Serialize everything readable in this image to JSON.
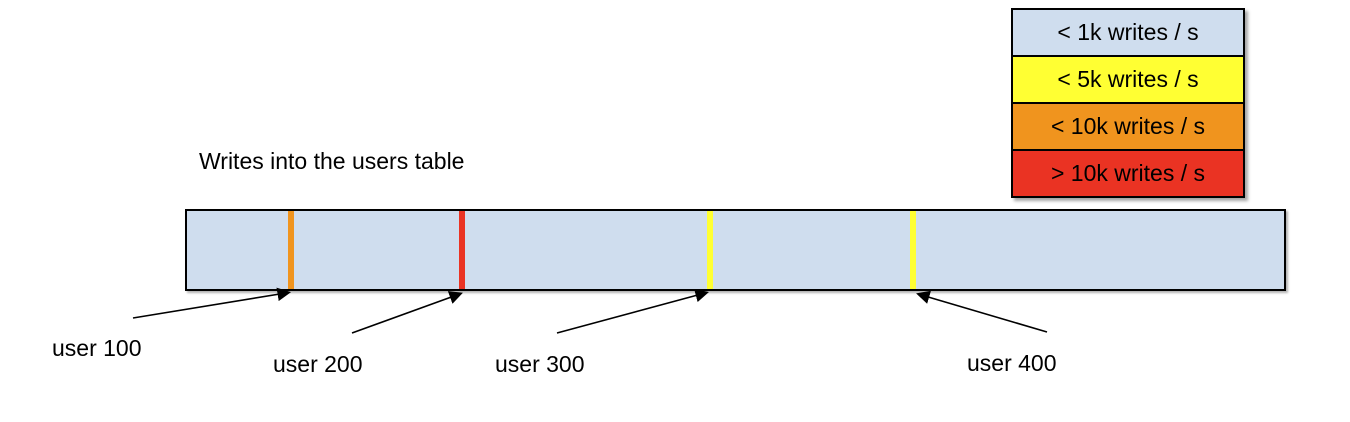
{
  "title": "Writes into the users table",
  "legend": {
    "items": [
      {
        "label": "< 1k writes / s",
        "color": "#cfddee"
      },
      {
        "label": "< 5k writes / s",
        "color": "#ffff33"
      },
      {
        "label": "< 10k writes / s",
        "color": "#f0941e"
      },
      {
        "label": "> 10k writes / s",
        "color": "#ea3323"
      }
    ]
  },
  "band": {
    "fill": "#cfddee",
    "border_color": "#000000",
    "markers": [
      {
        "user": "user 100",
        "color": "#f0941e",
        "rate_class": "< 10k writes / s"
      },
      {
        "user": "user 200",
        "color": "#ea3323",
        "rate_class": "> 10k writes / s"
      },
      {
        "user": "user 300",
        "color": "#ffff33",
        "rate_class": "< 5k writes / s"
      },
      {
        "user": "user 400",
        "color": "#ffff33",
        "rate_class": "< 5k writes / s"
      }
    ]
  }
}
